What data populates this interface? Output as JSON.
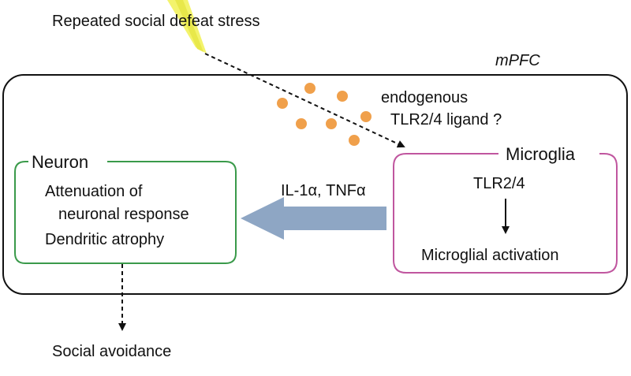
{
  "stress_label": "Repeated social defeat stress",
  "region_label": "mPFC",
  "ligand": {
    "line1": "endogenous",
    "line2": "TLR2/4 ligand ?"
  },
  "neuron": {
    "title": "Neuron",
    "line1": "Attenuation of",
    "line2": "neuronal response",
    "line3": "Dendritic atrophy"
  },
  "microglia": {
    "title": "Microglia",
    "receptor": "TLR2/4",
    "activation": "Microglial activation"
  },
  "cytokines": "IL-1α, TNFα",
  "outcome": "Social avoidance",
  "colors": {
    "neuron_border": "#3a9a4a",
    "microglia_border": "#c0569f",
    "arrow_fill": "#8ea6c4",
    "ligand_dots": "#f0a04b",
    "stress_ray": "#f2f25c"
  }
}
